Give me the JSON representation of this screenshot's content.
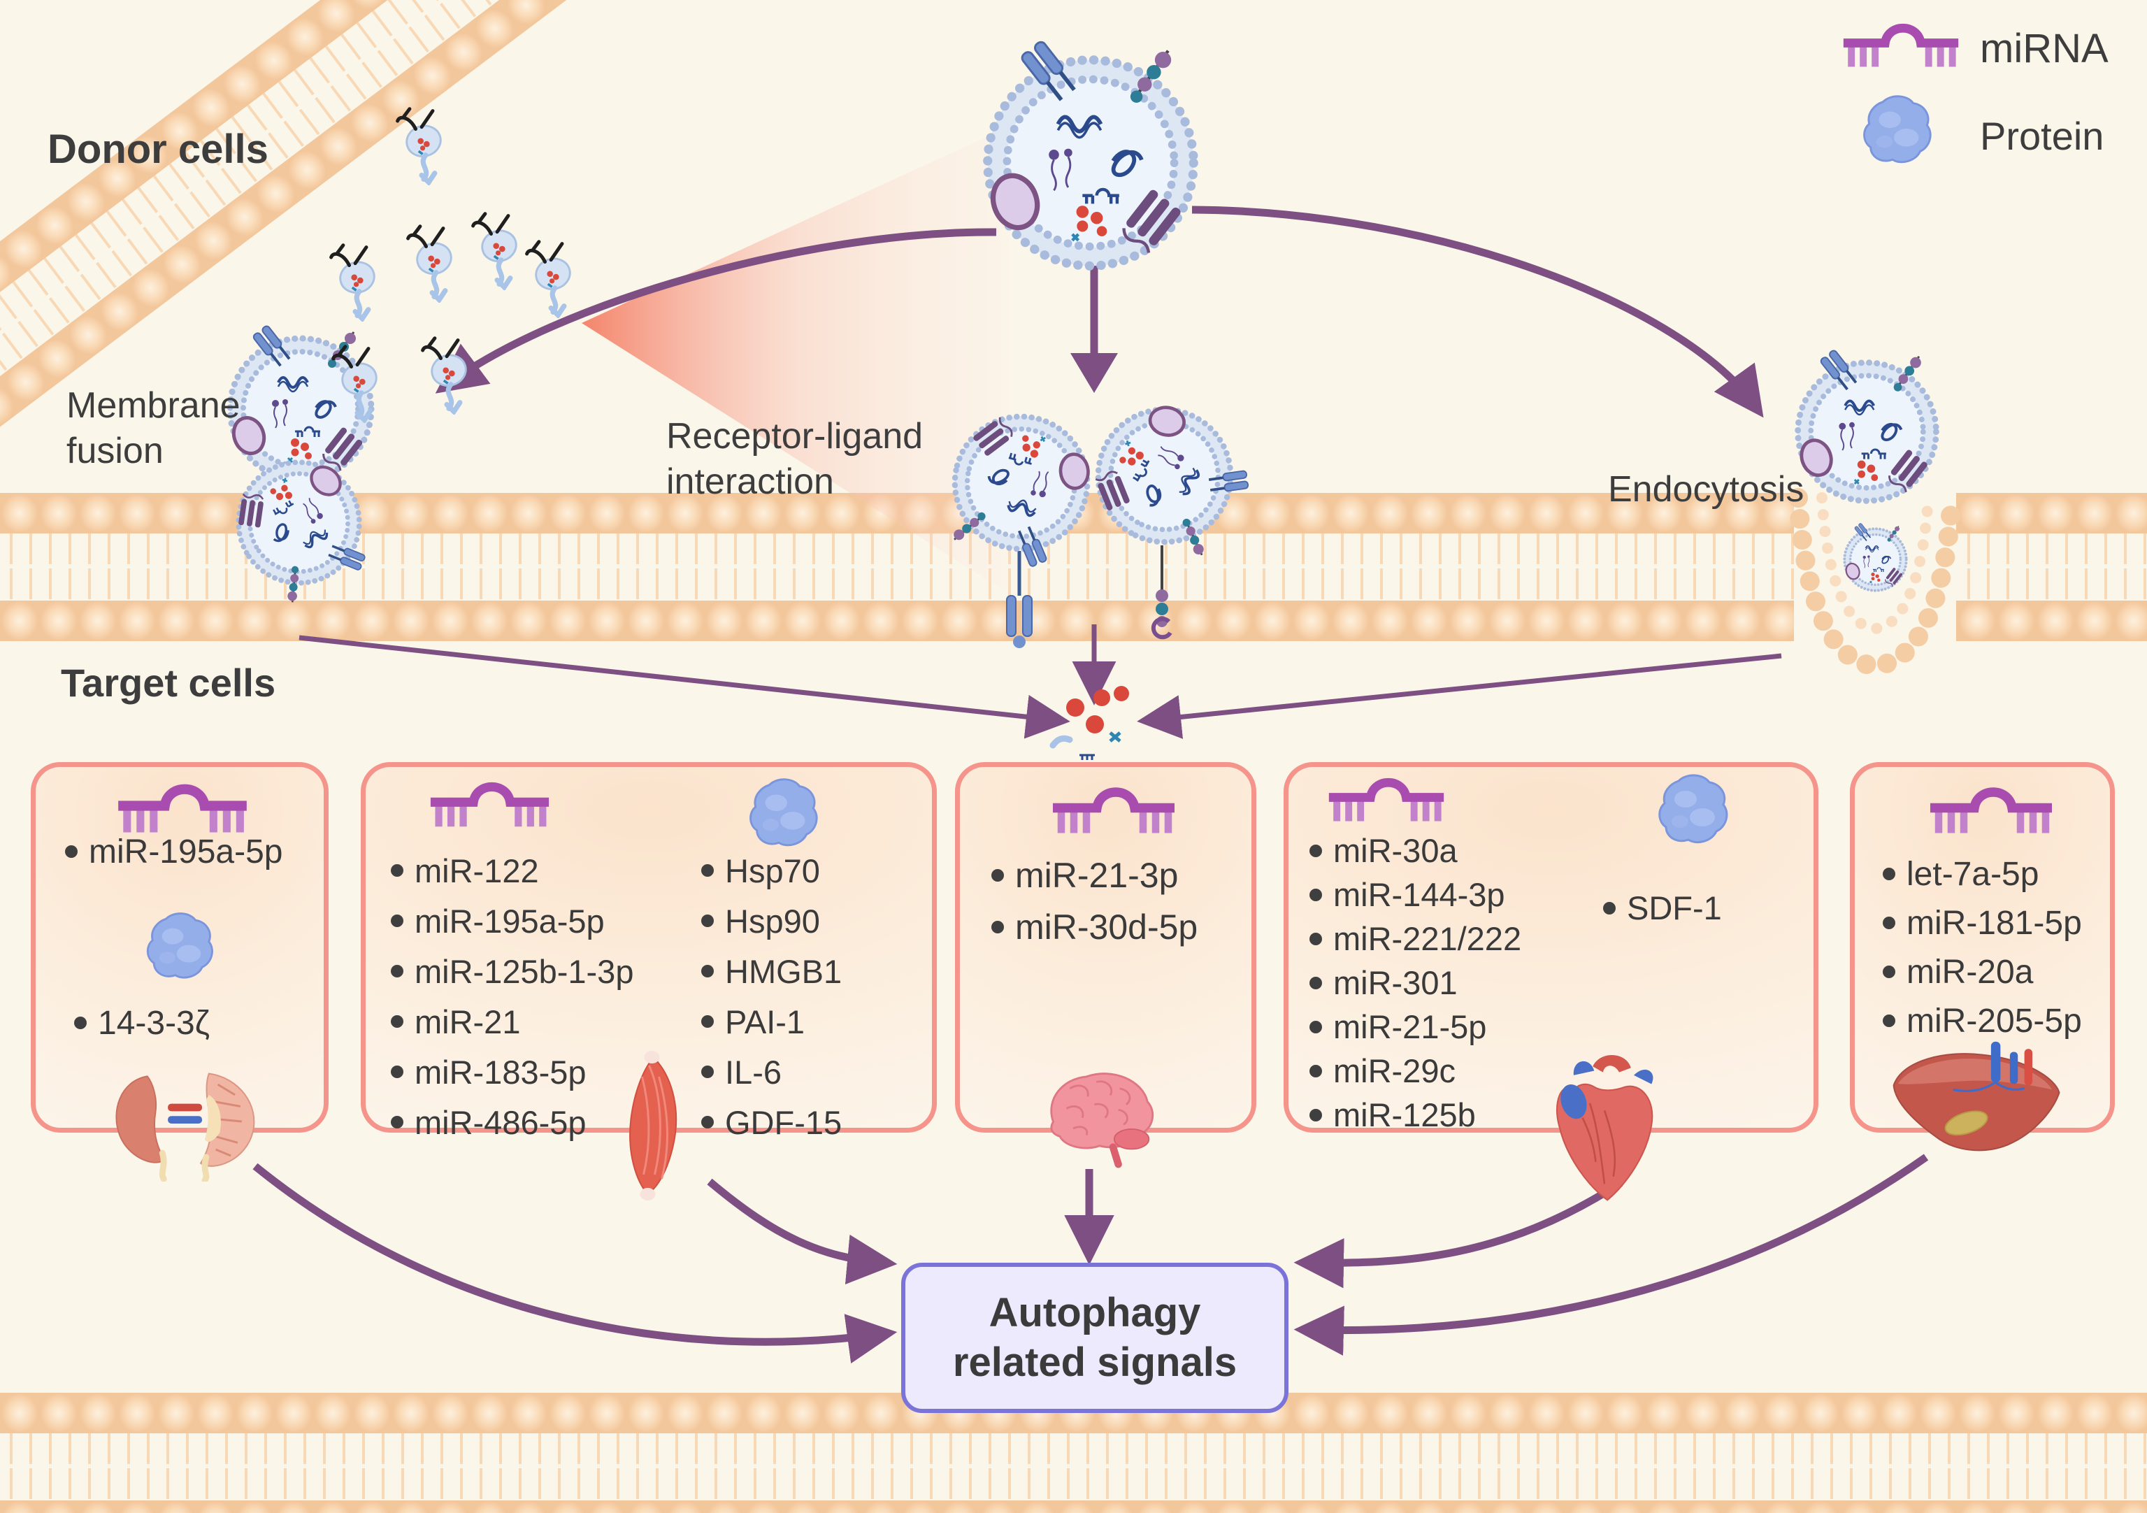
{
  "sections": {
    "donor_cells": "Donor cells",
    "target_cells": "Target cells"
  },
  "uptake_pathways": {
    "membrane_fusion": "Membrane fusion",
    "receptor_ligand": "Receptor-ligand interaction",
    "endocytosis": "Endocytosis"
  },
  "legend": {
    "mirna": "miRNA",
    "protein": "Protein"
  },
  "autophagy_box": {
    "label": "Autophagy related signals"
  },
  "target_boxes": [
    {
      "organ": "kidney",
      "mirnas": [
        "miR-195a-5p"
      ],
      "proteins": [
        "14-3-3ζ"
      ]
    },
    {
      "organ": "muscle",
      "mirnas": [
        "miR-122",
        "miR-195a-5p",
        "miR-125b-1-3p",
        "miR-21",
        "miR-183-5p",
        "miR-486-5p"
      ],
      "proteins": [
        "Hsp70",
        "Hsp90",
        "HMGB1",
        "PAI-1",
        "IL-6",
        "GDF-15"
      ]
    },
    {
      "organ": "brain",
      "mirnas": [
        "miR-21-3p",
        "miR-30d-5p"
      ],
      "proteins": []
    },
    {
      "organ": "heart",
      "mirnas": [
        "miR-30a",
        "miR-144-3p",
        "miR-221/222",
        "miR-301",
        "miR-21-5p",
        "miR-29c",
        "miR-125b"
      ],
      "proteins": [
        "SDF-1"
      ]
    },
    {
      "organ": "liver",
      "mirnas": [
        "let-7a-5p",
        "miR-181-5p",
        "miR-20a",
        "miR-205-5p"
      ],
      "proteins": []
    }
  ],
  "colors": {
    "background": "#fbf6ea",
    "arrow_purple": "#7d4f82",
    "mirna_icon": "#a84caf",
    "protein_icon": "#94aeea",
    "box_border": "#f5948b",
    "membrane_peach": "#f7d2aa",
    "autophagy_fill": "#eceafc",
    "autophagy_border": "#7b74d8",
    "cargo_red": "#d9483b"
  }
}
